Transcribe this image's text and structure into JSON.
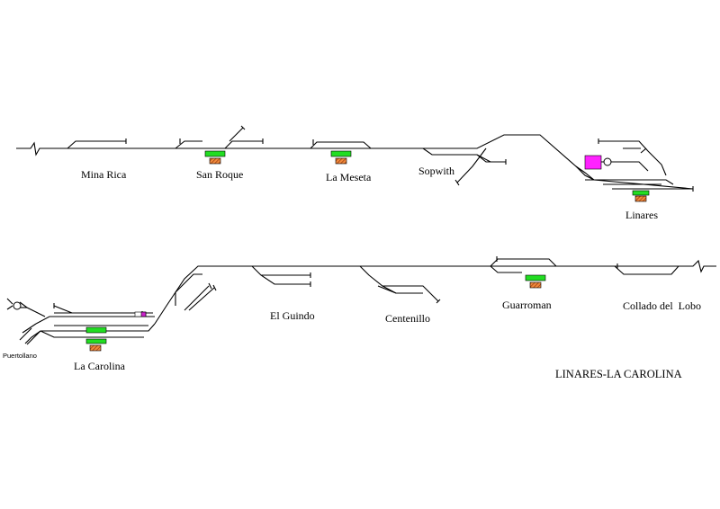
{
  "title": "LINARES-LA CAROLINA",
  "stations_top": [
    "Mina Rica",
    "San Roque",
    "La Meseta",
    "Sopwith",
    "Linares"
  ],
  "stations_bottom": [
    "La Carolina",
    "El Guindo",
    "Centenillo",
    "Guarroman",
    "Collado del  Lobo"
  ],
  "branch_label": "Puertollano",
  "colors": {
    "track": "#000000",
    "platform": "#22dd22",
    "building_fill": "#f08a3c",
    "building_hatch": "#8a2a08",
    "depot": "#ff22ff"
  }
}
